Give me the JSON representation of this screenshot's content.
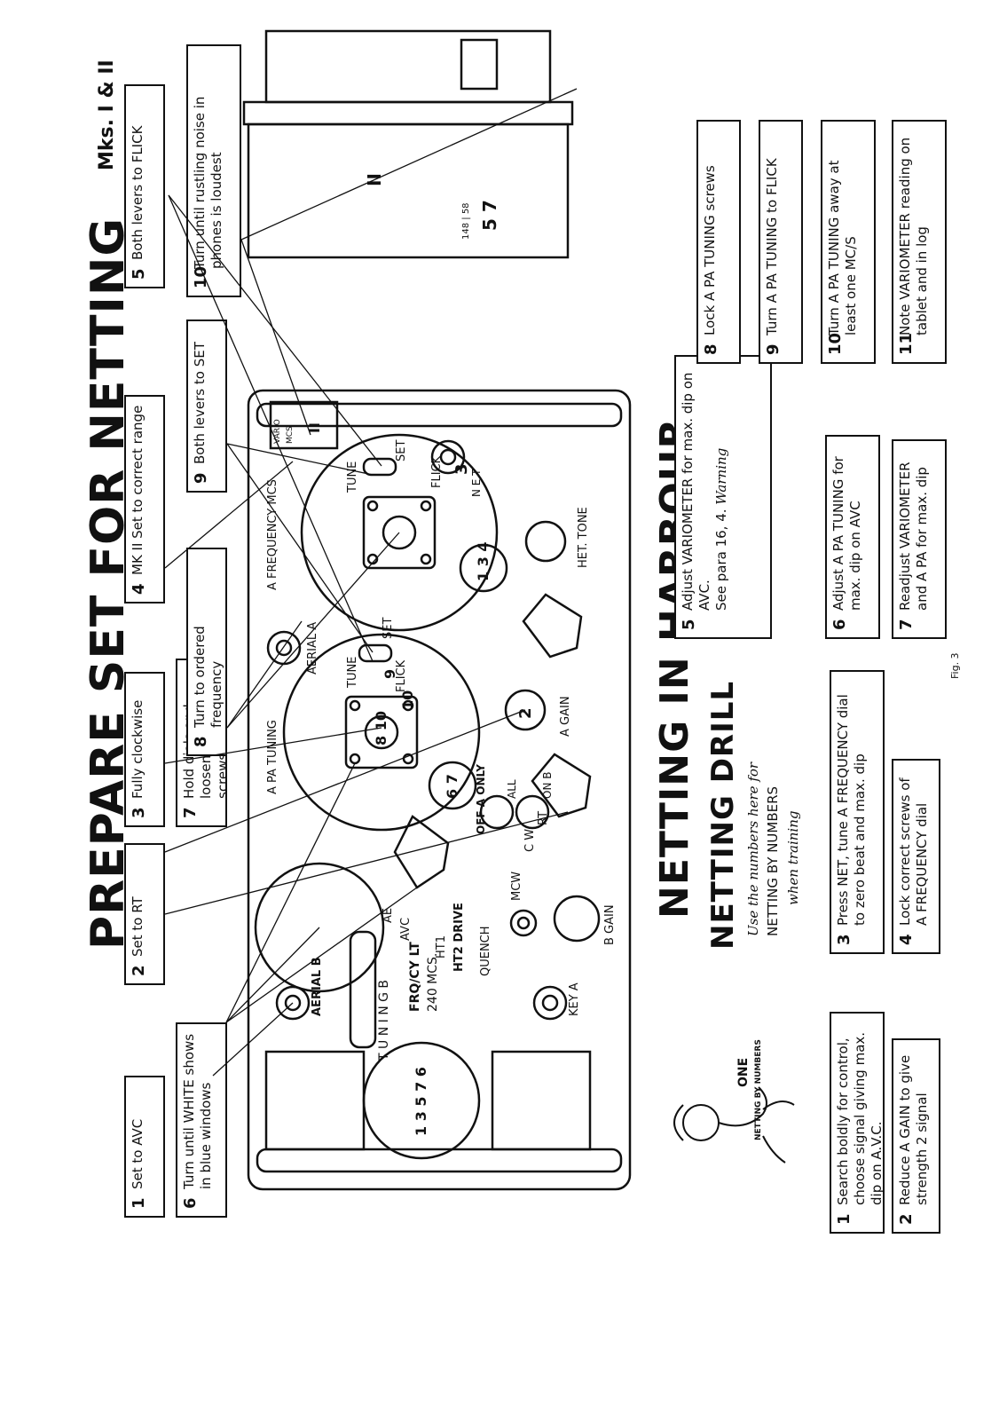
{
  "title": "PREPARE SET FOR NETTING",
  "marks": "Mks. I & II",
  "prepare_steps": [
    {
      "num": "1",
      "text": "Set to AVC"
    },
    {
      "num": "2",
      "text": "Set to RT"
    },
    {
      "num": "3",
      "text": "Fully clockwise"
    },
    {
      "num": "4",
      "text": "MK II Set to correct range"
    },
    {
      "num": "5",
      "text": "Both levers to FLICK"
    },
    {
      "num": "6",
      "text": "Turn until WHITE shows in blue windows"
    },
    {
      "num": "7",
      "text": "Hold dials and loosen BLUE screws"
    },
    {
      "num": "8",
      "text": "Turn to ordered frequency"
    },
    {
      "num": "9",
      "text": "Both levers to SET"
    },
    {
      "num": "10",
      "text": "Turn until rustling noise in phones is loudest"
    }
  ],
  "panel_labels": {
    "aerial_b": "AERIAL B",
    "tuning_b": "T U N I N G B",
    "freq_cy": "FRQ/CY LT",
    "mcs": "240 MCS.",
    "ae": "AE",
    "avc": "AVC",
    "ht1": "HT1",
    "ht2_drive": "HT2 DRIVE",
    "quench": "QUENCH",
    "key_a": "KEY A",
    "b_gain": "B GAIN",
    "cw": "C W",
    "mcw": "MCW",
    "rt": "RT",
    "off_a_only": "OFF A ONLY",
    "on_b": "ON B",
    "all": "ALL",
    "a_pa_tuning": "A PA TUNING",
    "aerial_a": "AERIAL A",
    "tune": "TUNE",
    "set": "SET",
    "flick": "FLICK",
    "a_frequency_mcs": "A FREQUENCY MCS",
    "a_gain": "A GAIN",
    "het_tone": "HET. TONE",
    "net": "N E T",
    "vario": "VARIO",
    "mcs_small": "MCS",
    "window_mark": "II",
    "dial_a_numbers": "1 3 5 7 6",
    "dial_b_numbers": "6 7",
    "dial_pa_numbers": "8 10",
    "dial_freq_numbers": "1 3 4",
    "lever_9": "9",
    "gain_2": "2",
    "flick_3": "3",
    "callout_10_at_dial": "10",
    "dial_window_reading": "148 | 58",
    "dial_window_numbers": "5 7",
    "dial_window_ii": "II"
  },
  "harbour_title": "NETTING IN HARBOUR",
  "drill": {
    "title": "NETTING DRILL",
    "line1": "Use the numbers here for",
    "line2": "NETTING BY NUMBERS",
    "line3": "when training"
  },
  "mascot": {
    "caption": "NETTING BY NUMBERS",
    "one": "ONE"
  },
  "harbour_steps": [
    {
      "num": "1",
      "text": "Search boldly for control, choose signal giving max. dip on A.V.C."
    },
    {
      "num": "2",
      "text": "Reduce A GAIN to give strength 2 signal"
    },
    {
      "num": "3",
      "text": "Press NET, tune A FREQUENCY dial to zero beat and max. dip"
    },
    {
      "num": "4",
      "text": "Lock correct screws of A FREQUENCY dial"
    },
    {
      "num": "5",
      "text": "Adjust VARIOMETER for max. dip on AVC.",
      "extra": "See para 16, 4.",
      "extra_italic": "Warning"
    },
    {
      "num": "6",
      "text": "Adjust A PA TUNING for max. dip on AVC"
    },
    {
      "num": "7",
      "text": "Readjust VARIOMETER and A PA for max. dip"
    },
    {
      "num": "8",
      "text": "Lock A PA TUNING screws"
    },
    {
      "num": "9",
      "text": "Turn A PA TUNING to FLICK"
    },
    {
      "num": "10",
      "text": "Turn A PA TUNING away at least one MC/S"
    },
    {
      "num": "11",
      "text": "Note VARIOMETER reading on tablet and in log"
    }
  ],
  "fig_label": "Fig. 3"
}
